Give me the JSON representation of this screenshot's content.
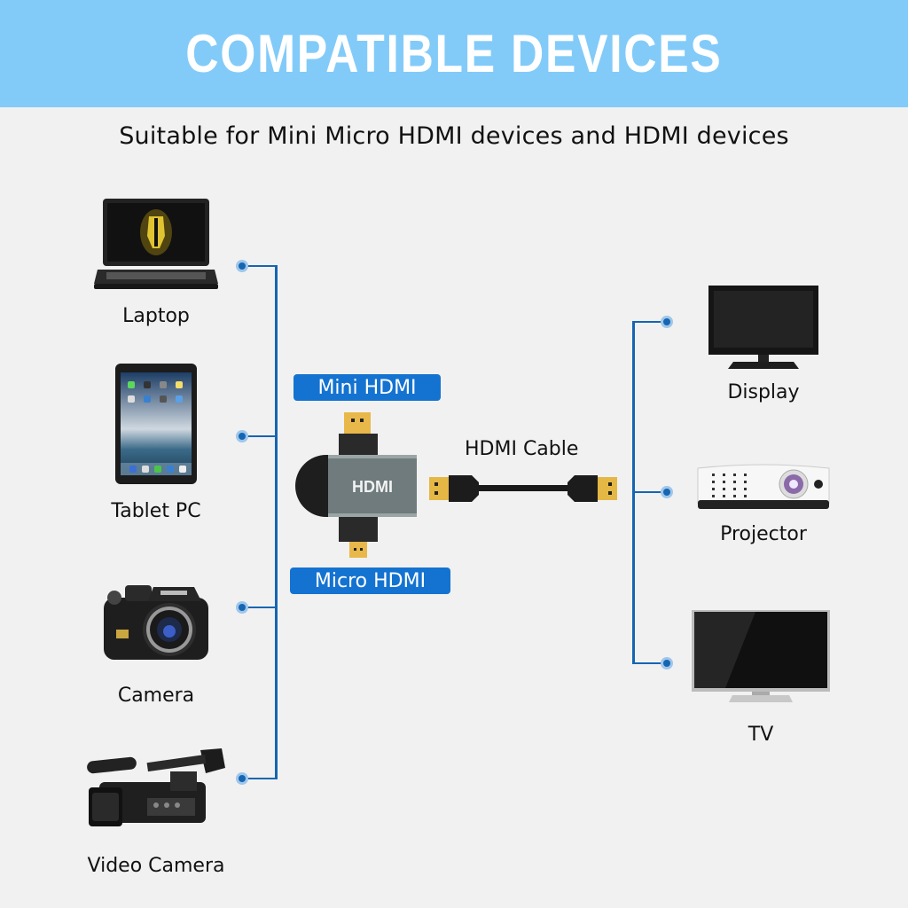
{
  "header": {
    "title": "COMPATIBLE DEVICES",
    "subtitle": "Suitable for Mini Micro HDMI devices and HDMI devices",
    "banner_color": "#82cbf9"
  },
  "source_devices": [
    {
      "label": "Laptop",
      "icon": "laptop-icon"
    },
    {
      "label": "Tablet PC",
      "icon": "tablet-icon"
    },
    {
      "label": "Camera",
      "icon": "camera-icon"
    },
    {
      "label": "Video Camera",
      "icon": "video-camera-icon"
    }
  ],
  "adapter": {
    "top_tag": "Mini HDMI",
    "bottom_tag": "Micro HDMI",
    "body_text": "HDMI",
    "cable_label": "HDMI Cable",
    "tag_color": "#1473d1"
  },
  "target_devices": [
    {
      "label": "Display",
      "icon": "monitor-icon"
    },
    {
      "label": "Projector",
      "icon": "projector-icon"
    },
    {
      "label": "TV",
      "icon": "tv-icon"
    }
  ],
  "connector_color": "#1565b3"
}
